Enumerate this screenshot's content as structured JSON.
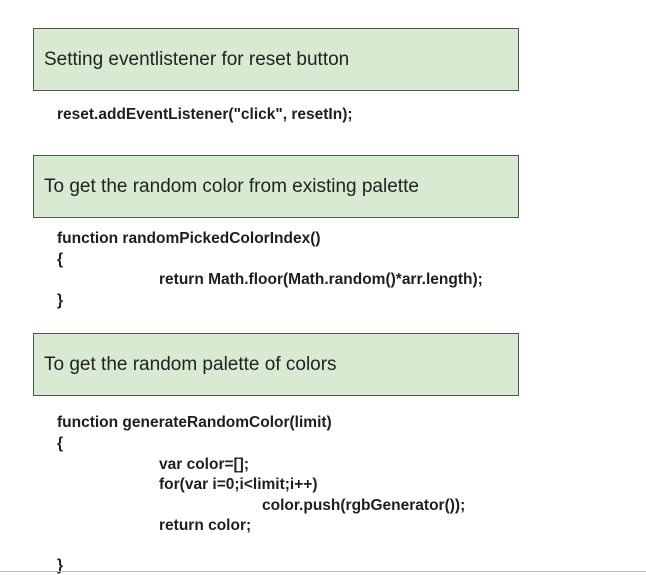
{
  "sections": [
    {
      "heading": "Setting eventlistener for reset button",
      "code": [
        "reset.addEventListener(\"click\", resetIn);"
      ]
    },
    {
      "heading": "To get the random color from existing palette",
      "code": [
        "function randomPickedColorIndex()",
        "{",
        "return Math.floor(Math.random()*arr.length);",
        "}"
      ]
    },
    {
      "heading": "To get the random palette of colors",
      "code": [
        "function generateRandomColor(limit)",
        "{",
        "var color=[];",
        "for(var i=0;i<limit;i++)",
        "color.push(rgbGenerator());",
        "return color;",
        "}"
      ]
    }
  ],
  "colors": {
    "heading_bg": "#d9ead3",
    "heading_border": "#555555"
  }
}
